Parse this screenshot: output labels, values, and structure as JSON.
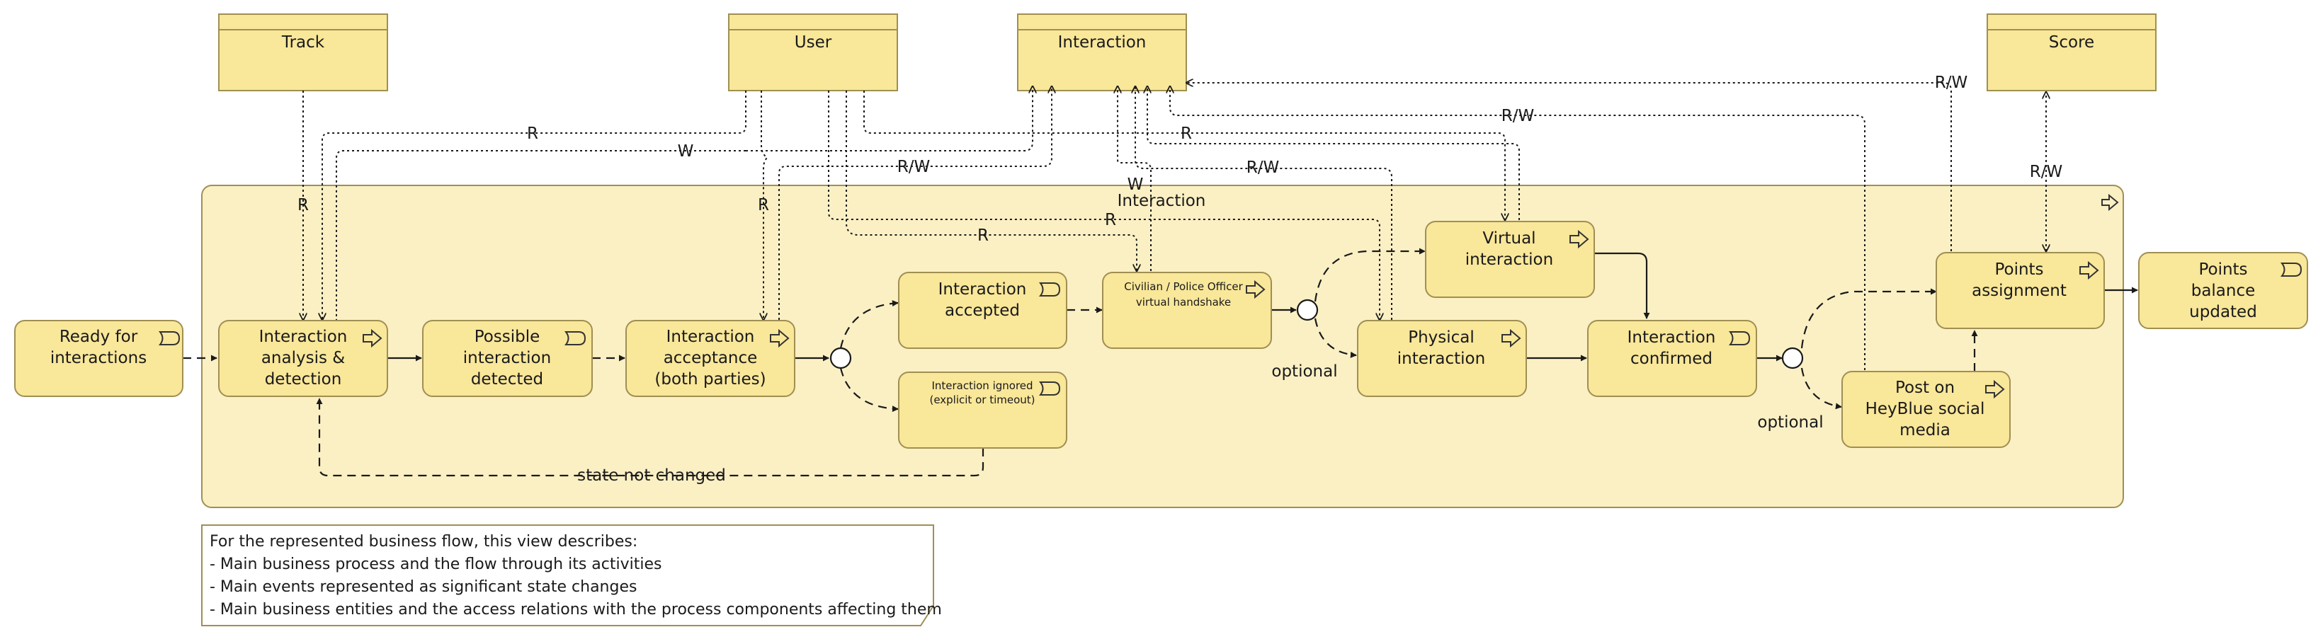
{
  "objects": {
    "track": "Track",
    "user": "User",
    "interaction": "Interaction",
    "score": "Score"
  },
  "nodes": {
    "ready": [
      "Ready for",
      "interactions"
    ],
    "analysis": [
      "Interaction",
      "analysis &",
      "detection"
    ],
    "possible": [
      "Possible",
      "interaction",
      "detected"
    ],
    "acceptance": [
      "Interaction",
      "acceptance",
      "(both parties)"
    ],
    "accepted": [
      "Interaction",
      "accepted"
    ],
    "ignored": [
      "Interaction ignored",
      "(explicit or timeout)"
    ],
    "handshake": [
      "Civilian / Police Officer",
      "virtual handshake"
    ],
    "virtual": [
      "Virtual",
      "interaction"
    ],
    "physical": [
      "Physical",
      "interaction"
    ],
    "confirmed": [
      "Interaction",
      "confirmed"
    ],
    "post": [
      "Post on",
      "HeyBlue social",
      "media"
    ],
    "points": [
      "Points",
      "assignment"
    ],
    "balance": [
      "Points",
      "balance",
      "updated"
    ]
  },
  "labels": {
    "r": "R",
    "w": "W",
    "rw": "R/W",
    "interaction": "Interaction",
    "optional": "optional",
    "state_not_changed": "state not changed"
  },
  "note": [
    "For the represented business flow, this view describes:",
    "- Main business process and the flow through its activities",
    "- Main events represented as significant state changes",
    "- Main business entities and the access relations with the process components affecting them"
  ],
  "colors": {
    "fill": "#f9e79a",
    "fill_container": "#fbf0c4",
    "stroke": "#a08f52",
    "line": "#1a1a1a"
  }
}
